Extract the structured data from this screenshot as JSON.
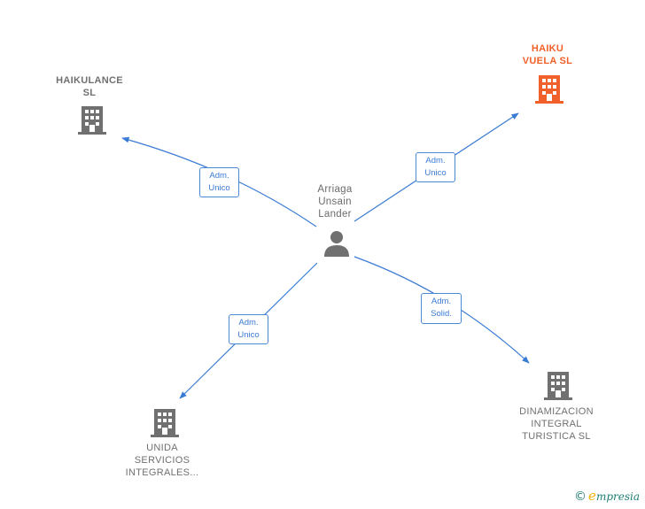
{
  "person": {
    "lines": [
      "Arriaga",
      "Unsain",
      "Lander"
    ],
    "icon": "person-icon"
  },
  "companies": [
    {
      "key": "haikulance",
      "lines": [
        "HAIKULANCE",
        "SL"
      ],
      "color": "#707070",
      "icon": "building-icon"
    },
    {
      "key": "haiku-vuela",
      "lines": [
        "HAIKU",
        "VUELA  SL"
      ],
      "color": "#f0602a",
      "icon": "building-icon"
    },
    {
      "key": "unida",
      "lines": [
        "UNIDA",
        "SERVICIOS",
        "INTEGRALES..."
      ],
      "color": "#707070",
      "icon": "building-icon"
    },
    {
      "key": "dinamizacion",
      "lines": [
        "DINAMIZACION",
        "INTEGRAL",
        "TURISTICA  SL"
      ],
      "color": "#707070",
      "icon": "building-icon"
    }
  ],
  "relations": [
    {
      "to": "haikulance",
      "lines": [
        "Adm.",
        "Unico"
      ]
    },
    {
      "to": "haiku-vuela",
      "lines": [
        "Adm.",
        "Unico"
      ]
    },
    {
      "to": "unida",
      "lines": [
        "Adm.",
        "Unico"
      ]
    },
    {
      "to": "dinamizacion",
      "lines": [
        "Adm.",
        "Solid."
      ]
    }
  ],
  "colors": {
    "edge": "#3a7bd5",
    "building": "#707070",
    "highlight": "#f0602a"
  },
  "watermark": {
    "copyright": "©",
    "e": "e",
    "brand": "mpresia"
  }
}
